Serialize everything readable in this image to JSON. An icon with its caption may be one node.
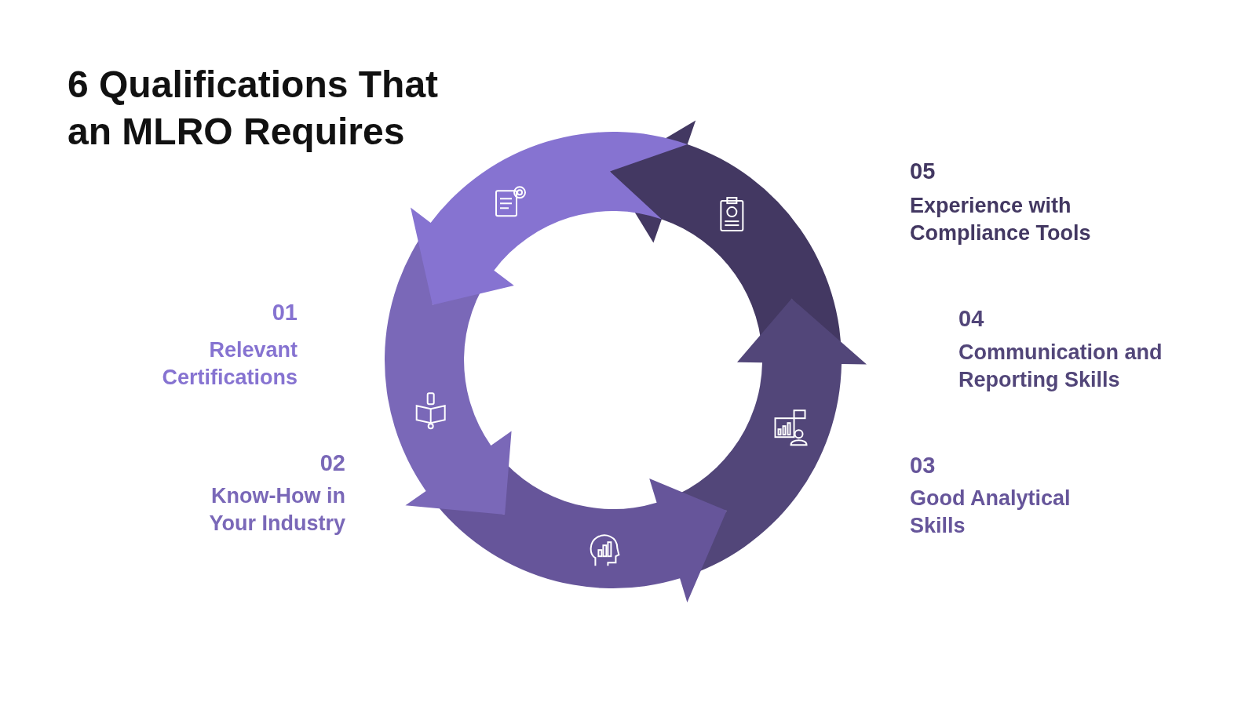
{
  "diagram": {
    "title": "6 Qualifications That an MLRO Requires",
    "labels": [
      "01",
      "Relevant Certifications",
      "02",
      "Know-How in Your Industry",
      "03",
      "Good Analytical Skills",
      "04",
      "Communication and Reporting Skills",
      "05",
      "Experience with Compliance Tools"
    ]
  }
}
